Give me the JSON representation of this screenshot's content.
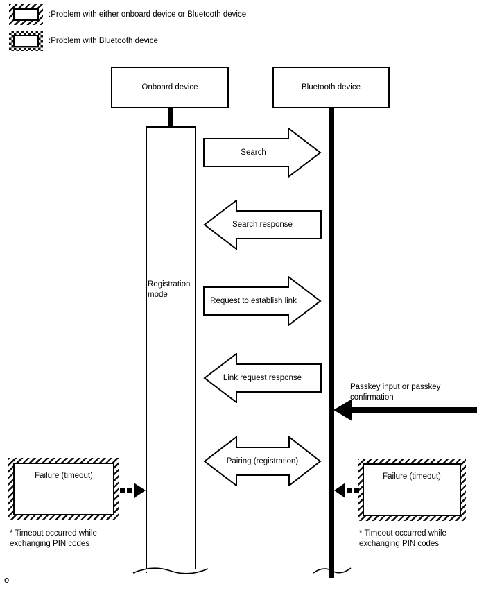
{
  "colors": {
    "ink": "#000000",
    "paper": "#ffffff"
  },
  "legend": {
    "items": [
      {
        "pattern": "diagonal-hatch",
        "label": ":Problem with either onboard device or Bluetooth device"
      },
      {
        "pattern": "dotted-stipple",
        "label": ":Problem with Bluetooth device"
      }
    ]
  },
  "actors": {
    "onboard": "Onboard device",
    "bluetooth": "Bluetooth device"
  },
  "lifelines": {
    "onboard_mode": "Registration mode"
  },
  "messages": [
    {
      "label": "Search",
      "direction": "right"
    },
    {
      "label": "Search response",
      "direction": "left"
    },
    {
      "label": "Request to establish link",
      "direction": "right"
    },
    {
      "label": "Link request response",
      "direction": "left"
    },
    {
      "label": "Pairing (registration)",
      "direction": "both"
    }
  ],
  "external_input": {
    "label": "Passkey input or passkey confirmation",
    "target": "bluetooth"
  },
  "failures": {
    "left": {
      "label": "Failure (timeout)",
      "pattern": "diagonal-hatch",
      "note": "* Timeout occurred while exchanging PIN codes"
    },
    "right": {
      "label": "Failure (timeout)",
      "pattern": "diagonal-hatch",
      "note": "* Timeout occurred while exchanging PIN codes"
    }
  },
  "footer": {
    "mark": "o"
  }
}
